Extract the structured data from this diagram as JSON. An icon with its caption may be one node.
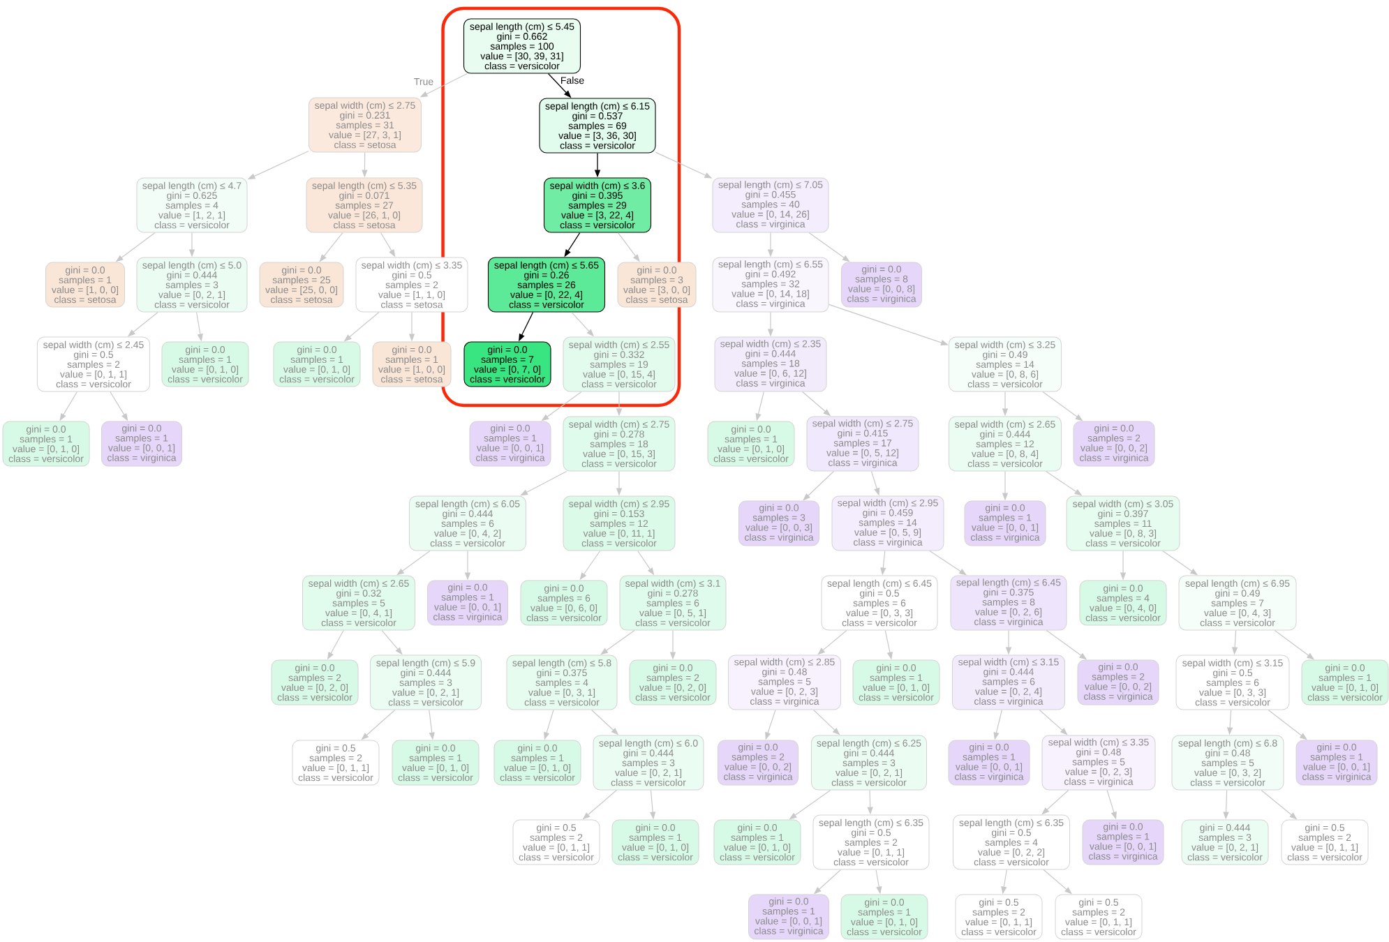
{
  "diagram": {
    "nodes": [
      {
        "text": [],
        "shape": "box"
      },
      {
        "text": [
          "sepal length (cm) ≤ 5.45",
          "gini = 0.662",
          "samples = 100",
          "value = [30, 39, 31]",
          "class = versicolor"
        ],
        "in": 0
      },
      {
        "text": [
          "sepal width (cm) ≤ 2.75",
          "gini = 0.231",
          "samples = 31",
          "value = [27, 3, 1]",
          "class = setosa"
        ]
      },
      {
        "text": [
          "sepal length (cm) ≤ 6.15",
          "gini = 0.537",
          "samples = 69",
          "value = [3, 36, 30]",
          "class = versicolor"
        ],
        "in": 0
      },
      {
        "text": [
          "sepal length (cm) ≤ 4.7",
          "gini = 0.625",
          "samples = 4",
          "value = [1, 2, 1]",
          "class = versicolor"
        ]
      },
      {
        "text": [
          "sepal length (cm) ≤ 5.35",
          "gini = 0.071",
          "samples = 27",
          "value = [26, 1, 0]",
          "class = setosa"
        ]
      },
      {
        "text": [
          "sepal width (cm) ≤ 3.6",
          "gini = 0.395",
          "samples = 29",
          "value = [3, 22, 4]",
          "class = versicolor"
        ],
        "in": 0
      },
      {
        "text": [
          "sepal length (cm) ≤ 7.05",
          "gini = 0.455",
          "samples = 40",
          "value = [0, 14, 26]",
          "class = virginica"
        ]
      },
      {
        "text": [
          "gini = 0.0",
          "samples = 1",
          "value = [1, 0, 0]",
          "class = setosa"
        ]
      },
      {
        "text": [
          "sepal length (cm) ≤ 5.0",
          "gini = 0.444",
          "samples = 3",
          "value = [0, 2, 1]",
          "class = versicolor"
        ]
      },
      {
        "text": [
          "gini = 0.0",
          "samples = 25",
          "value = [25, 0, 0]",
          "class = setosa"
        ]
      },
      {
        "text": [
          "sepal width (cm) ≤ 3.35",
          "gini = 0.5",
          "samples = 2",
          "value = [1, 1, 0]",
          "class = setosa"
        ]
      },
      {
        "text": [
          "sepal length (cm) ≤ 5.65",
          "gini = 0.26",
          "samples = 26",
          "value = [0, 22, 4]",
          "class = versicolor"
        ],
        "in": 0
      },
      {
        "text": [
          "gini = 0.0",
          "samples = 3",
          "value = [3, 0, 0]",
          "class = setosa"
        ]
      },
      {
        "text": [
          "sepal length (cm) ≤ 6.55",
          "gini = 0.492",
          "samples = 32",
          "value = [0, 14, 18]",
          "class = virginica"
        ]
      },
      {
        "text": [
          "gini = 0.0",
          "samples = 8",
          "value = [0, 0, 8]",
          "class = virginica"
        ]
      },
      {
        "text": [
          "sepal width (cm) ≤ 2.45",
          "gini = 0.5",
          "samples = 2",
          "value = [0, 1, 1]",
          "class = versicolor"
        ]
      },
      {
        "text": [
          "gini = 0.0",
          "samples = 1",
          "value = [0, 1, 0]",
          "class = versicolor"
        ]
      },
      {
        "text": [
          "gini = 0.0",
          "samples = 1",
          "value = [0, 1, 0]",
          "class = versicolor"
        ]
      },
      {
        "text": [
          "gini = 0.0",
          "samples = 1",
          "value = [1, 0, 0]",
          "class = setosa"
        ]
      },
      {
        "text": [
          "gini = 0.0",
          "samples = 7",
          "value = [0, 7, 0]",
          "class = versicolor"
        ],
        "in": 0
      },
      {
        "text": [
          "sepal width (cm) ≤ 2.55",
          "gini = 0.332",
          "samples = 19",
          "value = [0, 15, 4]",
          "class = versicolor"
        ],
        "in": 0
      },
      {
        "text": [
          "sepal width (cm) ≤ 2.35",
          "gini = 0.444",
          "samples = 18",
          "value = [0, 6, 12]",
          "class = virginica"
        ]
      },
      {
        "text": [
          "sepal width (cm) ≤ 3.25",
          "gini = 0.49",
          "samples = 14",
          "value = [0, 8, 6]",
          "class = versicolor"
        ]
      },
      {
        "text": [
          "gini = 0.0",
          "samples = 1",
          "value = [0, 1, 0]",
          "class = versicolor"
        ]
      },
      {
        "text": [
          "gini = 0.0",
          "samples = 1",
          "value = [0, 0, 1]",
          "class = virginica"
        ]
      },
      {
        "text": [
          "gini = 0.0",
          "samples = 1",
          "value = [0, 0, 1]",
          "class = virginica"
        ]
      },
      {
        "text": [
          "sepal width (cm) ≤ 2.75",
          "gini = 0.278",
          "samples = 18",
          "value = [0, 15, 3]",
          "class = versicolor"
        ]
      },
      {
        "text": [
          "gini = 0.0",
          "samples = 1",
          "value = [0, 1, 0]",
          "class = versicolor"
        ]
      },
      {
        "text": [
          "sepal width (cm) ≤ 2.75",
          "gini = 0.415",
          "samples = 17",
          "value = [0, 5, 12]",
          "class = virginica"
        ]
      },
      {
        "text": [
          "sepal width (cm) ≤ 2.65",
          "gini = 0.444",
          "samples = 12",
          "value = [0, 8, 4]",
          "class = versicolor"
        ]
      },
      {
        "text": [
          "gini = 0.0",
          "samples = 2",
          "value = [0, 0, 2]",
          "class = virginica"
        ]
      },
      {
        "text": [
          "sepal length (cm) ≤ 6.05",
          "gini = 0.444",
          "samples = 6",
          "value = [0, 4, 2]",
          "class = versicolor"
        ]
      },
      {
        "text": [
          "sepal width (cm) ≤ 2.95",
          "gini = 0.153",
          "samples = 12",
          "value = [0, 11, 1]",
          "class = versicolor"
        ]
      },
      {
        "text": [
          "gini = 0.0",
          "samples = 3",
          "value = [0, 0, 3]",
          "class = virginica"
        ]
      },
      {
        "text": [
          "sepal width (cm) ≤ 2.95",
          "gini = 0.459",
          "samples = 14",
          "value = [0, 5, 9]",
          "class = virginica"
        ]
      },
      {
        "text": [
          "gini = 0.0",
          "samples = 1",
          "value = [0, 0, 1]",
          "class = virginica"
        ]
      },
      {
        "text": [
          "sepal width (cm) ≤ 3.05",
          "gini = 0.397",
          "samples = 11",
          "value = [0, 8, 3]",
          "class = versicolor"
        ]
      },
      {
        "text": [
          "sepal width (cm) ≤ 2.65",
          "gini = 0.32",
          "samples = 5",
          "value = [0, 4, 1]",
          "class = versicolor"
        ]
      },
      {
        "text": [
          "gini = 0.0",
          "samples = 1",
          "value = [0, 0, 1]",
          "class = virginica"
        ]
      },
      {
        "text": [
          "gini = 0.0",
          "samples = 6",
          "value = [0, 6, 0]",
          "class = versicolor"
        ]
      },
      {
        "text": [
          "sepal width (cm) ≤ 3.1",
          "gini = 0.278",
          "samples = 6",
          "value = [0, 5, 1]",
          "class = versicolor"
        ]
      },
      {
        "text": [
          "sepal length (cm) ≤ 6.45",
          "gini = 0.5",
          "samples = 6",
          "value = [0, 3, 3]",
          "class = versicolor"
        ]
      },
      {
        "text": [
          "sepal length (cm) ≤ 6.45",
          "gini = 0.375",
          "samples = 8",
          "value = [0, 2, 6]",
          "class = virginica"
        ]
      },
      {
        "text": [
          "gini = 0.0",
          "samples = 4",
          "value = [0, 4, 0]",
          "class = versicolor"
        ]
      },
      {
        "text": [
          "sepal length (cm) ≤ 6.95",
          "gini = 0.49",
          "samples = 7",
          "value = [0, 4, 3]",
          "class = versicolor"
        ]
      },
      {
        "text": [
          "gini = 0.0",
          "samples = 2",
          "value = [0, 2, 0]",
          "class = versicolor"
        ]
      },
      {
        "text": [
          "sepal length (cm) ≤ 5.9",
          "gini = 0.444",
          "samples = 3",
          "value = [0, 2, 1]",
          "class = versicolor"
        ]
      },
      {
        "text": [
          "sepal length (cm) ≤ 5.8",
          "gini = 0.375",
          "samples = 4",
          "value = [0, 3, 1]",
          "class = versicolor"
        ]
      },
      {
        "text": [
          "gini = 0.0",
          "samples = 2",
          "value = [0, 2, 0]",
          "class = versicolor"
        ]
      },
      {
        "text": [
          "sepal width (cm) ≤ 2.85",
          "gini = 0.48",
          "samples = 5",
          "value = [0, 2, 3]",
          "class = virginica"
        ]
      },
      {
        "text": [
          "gini = 0.0",
          "samples = 1",
          "value = [0, 1, 0]",
          "class = versicolor"
        ]
      },
      {
        "text": [
          "sepal width (cm) ≤ 3.15",
          "gini = 0.444",
          "samples = 6",
          "value = [0, 2, 4]",
          "class = virginica"
        ]
      },
      {
        "text": [
          "gini = 0.0",
          "samples = 2",
          "value = [0, 0, 2]",
          "class = virginica"
        ]
      },
      {
        "text": [
          "sepal width (cm) ≤ 3.15",
          "gini = 0.5",
          "samples = 6",
          "value = [0, 3, 3]",
          "class = versicolor"
        ]
      },
      {
        "text": [
          "gini = 0.0",
          "samples = 1",
          "value = [0, 1, 0]",
          "class = versicolor"
        ]
      },
      {
        "text": [
          "gini = 0.5",
          "samples = 2",
          "value = [0, 1, 1]",
          "class = versicolor"
        ]
      },
      {
        "text": [
          "gini = 0.0",
          "samples = 1",
          "value = [0, 1, 0]",
          "class = versicolor"
        ]
      },
      {
        "text": [
          "gini = 0.0",
          "samples = 1",
          "value = [0, 1, 0]",
          "class = versicolor"
        ]
      },
      {
        "text": [
          "sepal length (cm) ≤ 6.0",
          "gini = 0.444",
          "samples = 3",
          "value = [0, 2, 1]",
          "class = versicolor"
        ]
      },
      {
        "text": [
          "gini = 0.0",
          "samples = 2",
          "value = [0, 0, 2]",
          "class = virginica"
        ]
      },
      {
        "text": [
          "sepal length (cm) ≤ 6.25",
          "gini = 0.444",
          "samples = 3",
          "value = [0, 2, 1]",
          "class = versicolor"
        ]
      },
      {
        "text": [
          "gini = 0.0",
          "samples = 1",
          "value = [0, 0, 1]",
          "class = virginica"
        ]
      },
      {
        "text": [
          "sepal width (cm) ≤ 3.35",
          "gini = 0.48",
          "samples = 5",
          "value = [0, 2, 3]",
          "class = virginica"
        ]
      },
      {
        "text": [
          "sepal length (cm) ≤ 6.8",
          "gini = 0.48",
          "samples = 5",
          "value = [0, 3, 2]",
          "class = versicolor"
        ]
      },
      {
        "text": [
          "gini = 0.0",
          "samples = 1",
          "value = [0, 0, 1]",
          "class = virginica"
        ]
      },
      {
        "text": [
          "gini = 0.5",
          "samples = 2",
          "value = [0, 1, 1]",
          "class = versicolor"
        ]
      },
      {
        "text": [
          "gini = 0.0",
          "samples = 1",
          "value = [0, 1, 0]",
          "class = versicolor"
        ]
      },
      {
        "text": [
          "gini = 0.0",
          "samples = 1",
          "value = [0, 1, 0]",
          "class = versicolor"
        ]
      },
      {
        "text": [
          "sepal length (cm) ≤ 6.35",
          "gini = 0.5",
          "samples = 2",
          "value = [0, 1, 1]",
          "class = versicolor"
        ]
      },
      {
        "text": [
          "sepal length (cm) ≤ 6.35",
          "gini = 0.5",
          "samples = 4",
          "value = [0, 2, 2]",
          "class = versicolor"
        ]
      },
      {
        "text": [
          "gini = 0.0",
          "samples = 1",
          "value = [0, 0, 1]",
          "class = virginica"
        ]
      },
      {
        "text": [
          "gini = 0.444",
          "samples = 3",
          "value = [0, 2, 1]",
          "class = versicolor"
        ]
      },
      {
        "text": [
          "gini = 0.5",
          "samples = 2",
          "value = [0, 1, 1]",
          "class = versicolor"
        ]
      },
      {
        "text": [
          "gini = 0.0",
          "samples = 1",
          "value = [0, 0, 1]",
          "class = virginica"
        ]
      },
      {
        "text": [
          "gini = 0.0",
          "samples = 1",
          "value = [0, 1, 0]",
          "class = versicolor"
        ]
      },
      {
        "text": [
          "gini = 0.5",
          "samples = 2",
          "value = [0, 1, 1]",
          "class = versicolor"
        ]
      },
      {
        "text": [
          "gini = 0.5",
          "samples = 2",
          "value = [0, 1, 1]",
          "class = versicolor"
        ]
      }
    ],
    "edges": [
      {
        "from": 1,
        "to": 2,
        "arrow": "to",
        "label": "True"
      },
      {
        "from": 1,
        "to": 3,
        "arrow": "to",
        "label": "False",
        "color": "#000000"
      },
      {
        "from": 2,
        "to": 4,
        "arrow": "to"
      },
      {
        "from": 2,
        "to": 5,
        "arrow": "to"
      },
      {
        "from": 3,
        "to": 6,
        "arrow": "to",
        "color": "#000000"
      },
      {
        "from": 3,
        "to": 7,
        "arrow": "to"
      },
      {
        "from": 4,
        "to": 8,
        "arrow": "to"
      },
      {
        "from": 4,
        "to": 9,
        "arrow": "to"
      },
      {
        "from": 5,
        "to": 10,
        "arrow": "to"
      },
      {
        "from": 5,
        "to": 11,
        "arrow": "to"
      },
      {
        "from": 6,
        "to": 12,
        "arrow": "to",
        "color": "#000000"
      },
      {
        "from": 6,
        "to": 13,
        "arrow": "to"
      },
      {
        "from": 7,
        "to": 14,
        "arrow": "to"
      },
      {
        "from": 7,
        "to": 15,
        "arrow": "to"
      },
      {
        "from": 9,
        "to": 16,
        "arrow": "to"
      },
      {
        "from": 9,
        "to": 17,
        "arrow": "to"
      },
      {
        "from": 11,
        "to": 18,
        "arrow": "to"
      },
      {
        "from": 11,
        "to": 19,
        "arrow": "to"
      },
      {
        "from": 12,
        "to": 20,
        "arrow": "to",
        "color": "#000000"
      },
      {
        "from": 12,
        "to": 21,
        "arrow": "to"
      },
      {
        "from": 14,
        "to": 22,
        "arrow": "to"
      },
      {
        "from": 14,
        "to": 23,
        "arrow": "to"
      },
      {
        "from": 16,
        "to": 24,
        "arrow": "to"
      },
      {
        "from": 16,
        "to": 25,
        "arrow": "to"
      },
      {
        "from": 21,
        "to": 26,
        "arrow": "to"
      },
      {
        "from": 21,
        "to": 27,
        "arrow": "to"
      },
      {
        "from": 22,
        "to": 28,
        "arrow": "to"
      },
      {
        "from": 22,
        "to": 29,
        "arrow": "to"
      },
      {
        "from": 23,
        "to": 30,
        "arrow": "to"
      },
      {
        "from": 23,
        "to": 31,
        "arrow": "to"
      },
      {
        "from": 27,
        "to": 32,
        "arrow": "to"
      },
      {
        "from": 27,
        "to": 33,
        "arrow": "to"
      },
      {
        "from": 29,
        "to": 34,
        "arrow": "to"
      },
      {
        "from": 29,
        "to": 35,
        "arrow": "to"
      },
      {
        "from": 30,
        "to": 36,
        "arrow": "to"
      },
      {
        "from": 30,
        "to": 37,
        "arrow": "to"
      },
      {
        "from": 32,
        "to": 38,
        "arrow": "to"
      },
      {
        "from": 32,
        "to": 39,
        "arrow": "to"
      },
      {
        "from": 33,
        "to": 40,
        "arrow": "to"
      },
      {
        "from": 33,
        "to": 41,
        "arrow": "to"
      },
      {
        "from": 35,
        "to": 42,
        "arrow": "to"
      },
      {
        "from": 35,
        "to": 43,
        "arrow": "to"
      },
      {
        "from": 37,
        "to": 44,
        "arrow": "to"
      },
      {
        "from": 37,
        "to": 45,
        "arrow": "to"
      },
      {
        "from": 38,
        "to": 46,
        "arrow": "to"
      },
      {
        "from": 38,
        "to": 47,
        "arrow": "to"
      },
      {
        "from": 41,
        "to": 48,
        "arrow": "to"
      },
      {
        "from": 41,
        "to": 49,
        "arrow": "to"
      },
      {
        "from": 42,
        "to": 50,
        "arrow": "to"
      },
      {
        "from": 42,
        "to": 51,
        "arrow": "to"
      },
      {
        "from": 43,
        "to": 52,
        "arrow": "to"
      },
      {
        "from": 43,
        "to": 53,
        "arrow": "to"
      },
      {
        "from": 45,
        "to": 54,
        "arrow": "to"
      },
      {
        "from": 45,
        "to": 55,
        "arrow": "to"
      },
      {
        "from": 47,
        "to": 56,
        "arrow": "to"
      },
      {
        "from": 47,
        "to": 57,
        "arrow": "to"
      },
      {
        "from": 48,
        "to": 58,
        "arrow": "to"
      },
      {
        "from": 48,
        "to": 59,
        "arrow": "to"
      },
      {
        "from": 50,
        "to": 60,
        "arrow": "to"
      },
      {
        "from": 50,
        "to": 61,
        "arrow": "to"
      },
      {
        "from": 52,
        "to": 62,
        "arrow": "to"
      },
      {
        "from": 52,
        "to": 63,
        "arrow": "to"
      },
      {
        "from": 54,
        "to": 64,
        "arrow": "to"
      },
      {
        "from": 54,
        "to": 65,
        "arrow": "to"
      },
      {
        "from": 59,
        "to": 66,
        "arrow": "to"
      },
      {
        "from": 59,
        "to": 67,
        "arrow": "to"
      },
      {
        "from": 61,
        "to": 68,
        "arrow": "to"
      },
      {
        "from": 61,
        "to": 69,
        "arrow": "to"
      },
      {
        "from": 63,
        "to": 70,
        "arrow": "to"
      },
      {
        "from": 63,
        "to": 71,
        "arrow": "to"
      },
      {
        "from": 64,
        "to": 72,
        "arrow": "to"
      },
      {
        "from": 64,
        "to": 73,
        "arrow": "to"
      },
      {
        "from": 69,
        "to": 74,
        "arrow": "to"
      },
      {
        "from": 69,
        "to": 75,
        "arrow": "to"
      },
      {
        "from": 70,
        "to": 76,
        "arrow": "to"
      },
      {
        "from": 70,
        "to": 77,
        "arrow": "to"
      }
    ]
  }
}
